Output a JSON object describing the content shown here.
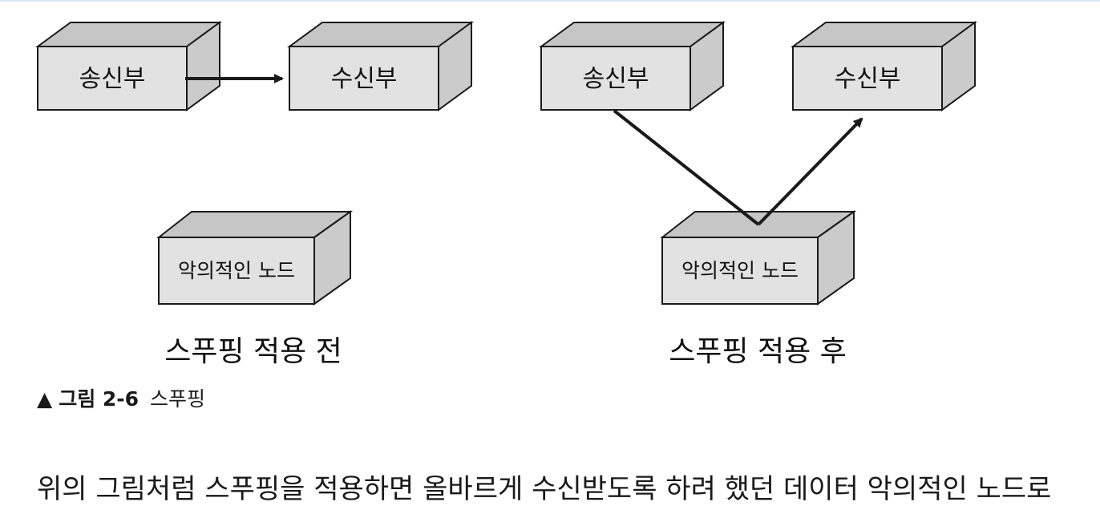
{
  "diagram": {
    "before": {
      "sender": "송신부",
      "receiver": "수신부",
      "malicious": "악의적인 노드",
      "caption": "스푸핑 적용 전"
    },
    "after": {
      "sender": "송신부",
      "receiver": "수신부",
      "malicious": "악의적인 노드",
      "caption": "스푸핑 적용 후"
    }
  },
  "figure": {
    "marker": "▲",
    "number": "그림 2-6",
    "title": "스푸핑"
  },
  "body": {
    "text": "위의 그림처럼 스푸핑을 적용하면 올바르게 수신받도록 하려 했던 데이터 악의적인 노드로"
  },
  "colors": {
    "box_front": "#e2e2e2",
    "box_top": "#c6c6c6",
    "box_side": "#cbcbcb",
    "stroke": "#1a1a1a"
  }
}
